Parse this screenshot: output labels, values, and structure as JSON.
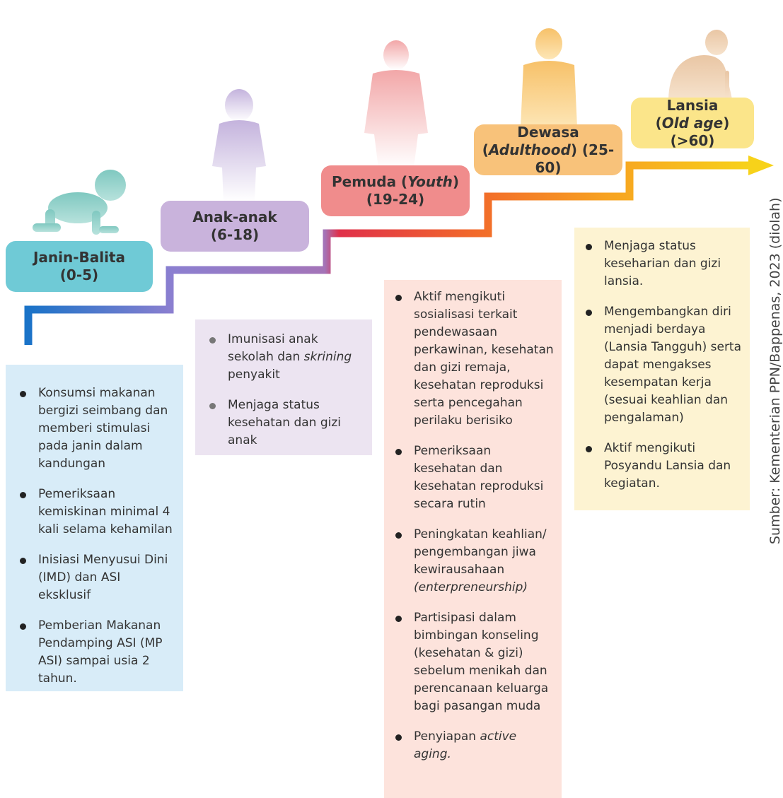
{
  "source": "Sumber: Kementerian PPN/Bappenas, 2023 (diolah)",
  "colors": {
    "janin": "#6fcad6",
    "anak": "#c9b3dc",
    "pemuda": "#f08c8c",
    "dewasa": "#f8c27a",
    "lansia": "#fbe58a",
    "box_janin": "#d8ecf8",
    "box_anak": "#ece4f1",
    "box_pemuda": "#fde3dc",
    "box_lansia": "#fdf3d2"
  },
  "stages": {
    "janin": {
      "name": "Janin-Balita",
      "age": "(0-5)",
      "icon": "crawling-baby-icon"
    },
    "anak": {
      "name": "Anak-anak",
      "age": "(6-18)",
      "icon": "child-icon"
    },
    "pemuda": {
      "name_pre": "Pemuda (",
      "name_em": "Youth",
      "name_post": ")",
      "age": "(19-24)",
      "icon": "young-person-icon"
    },
    "dewasa": {
      "name": "Dewasa",
      "age_pre": "(",
      "age_em": "Adulthood",
      "age_post": ") (25-60)",
      "icon": "adult-icon"
    },
    "lansia": {
      "name": "Lansia",
      "age_pre": "(",
      "age_em": "Old age",
      "age_post": ") (>60)",
      "icon": "elderly-person-icon"
    }
  },
  "boxes": {
    "janin": [
      "Konsumsi makanan bergizi seimbang dan memberi stimulasi pada janin dalam kandungan",
      "Pemeriksaan kemiskinan minimal 4 kali selama kehamilan",
      "Inisiasi Menyusui Dini (IMD) dan ASI eksklusif",
      "Pemberian Makanan Pendamping ASI (MP ASI) sampai usia 2 tahun."
    ],
    "anak": {
      "item1_pre": "Imunisasi anak sekolah dan ",
      "item1_em": "skrining",
      "item1_post": " penyakit",
      "item2": "Menjaga status kesehatan dan gizi anak"
    },
    "pemuda": {
      "item1": "Aktif mengikuti sosialisasi terkait pendewasaan perkawinan, kesehatan dan gizi remaja, kesehatan reproduksi serta pencegahan perilaku berisiko",
      "item2": "Pemeriksaan kesehatan dan kesehatan reproduksi secara rutin",
      "item3_pre": "Peningkatan keahlian/ pengembangan jiwa kewirausahaan ",
      "item3_em": "(enterpreneurship)",
      "item4": "Partisipasi dalam bimbingan konseling (kesehatan & gizi) sebelum menikah dan perencanaan keluarga bagi pasangan muda",
      "item5_pre": "Penyiapan ",
      "item5_em": "active aging."
    },
    "lansia": [
      "Menjaga status keseharian dan gizi lansia.",
      "Mengembangkan diri menjadi berdaya (Lansia Tangguh) serta dapat mengakses kesempatan kerja (sesuai keahlian dan pengalaman)",
      "Aktif mengikuti Posyandu Lansia dan kegiatan."
    ]
  }
}
